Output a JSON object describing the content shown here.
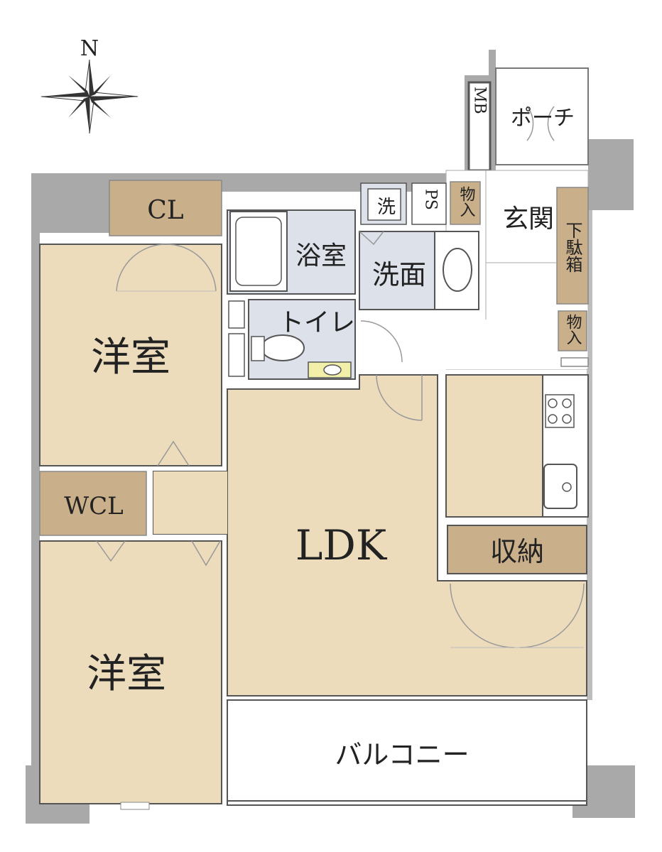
{
  "compass": {
    "north_label": "N"
  },
  "rooms": {
    "western_room_1": "洋室",
    "western_room_2": "洋室",
    "ldk": "LDK",
    "closet": "CL",
    "walk_in_closet": "WCL",
    "bathroom": "浴室",
    "washroom": "洗面",
    "toilet": "トイレ",
    "entrance": "玄関",
    "porch": "ポーチ",
    "balcony": "バルコニー",
    "storage": "収納",
    "shoe_box": "下駄箱",
    "storage_small_1": "物入",
    "storage_small_2": "物入",
    "laundry": "洗",
    "pipe_space": "PS",
    "meter_box": "MB"
  },
  "colors": {
    "wall": "#a9a9a9",
    "room_floor": "#ecdcbc",
    "closet": "#c9af8a",
    "wet_area": "#dde1ea",
    "line": "#555555"
  }
}
